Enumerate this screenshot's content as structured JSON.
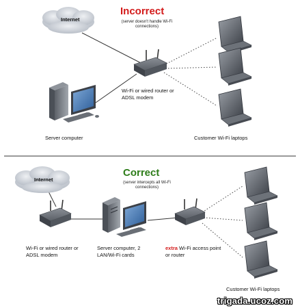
{
  "top": {
    "title": "Incorrect",
    "subtitle_line1": "(server doesn't handle Wi-Fi",
    "subtitle_line2": "connections)",
    "cloud_label": "Internet",
    "router_label_line1": "Wi-Fi or wired router or",
    "router_label_line2": "ADSL modem",
    "server_label": "Server computer",
    "laptops_label": "Customer Wi-Fi laptops"
  },
  "bottom": {
    "title": "Correct",
    "subtitle_line1": "(server intercepts all Wi-Fi",
    "subtitle_line2": "connections)",
    "cloud_label": "Internet",
    "router_label_line1": "Wi-Fi or wired router or",
    "router_label_line2": "ADSL modem",
    "server_label_line1": "Server computer, 2",
    "server_label_line2": "LAN/Wi-Fi cards",
    "ap_label_highlight": "extra",
    "ap_label_line1_rest": " Wi-Fi access point",
    "ap_label_line2": "or router",
    "laptops_label": "Customer Wi-Fi laptops"
  },
  "watermark": "trigada.ucoz.com",
  "colors": {
    "incorrect": "#d31a1a",
    "correct": "#2e7d1a",
    "cloud": "#c9ced6",
    "device": "#4a4f57"
  }
}
